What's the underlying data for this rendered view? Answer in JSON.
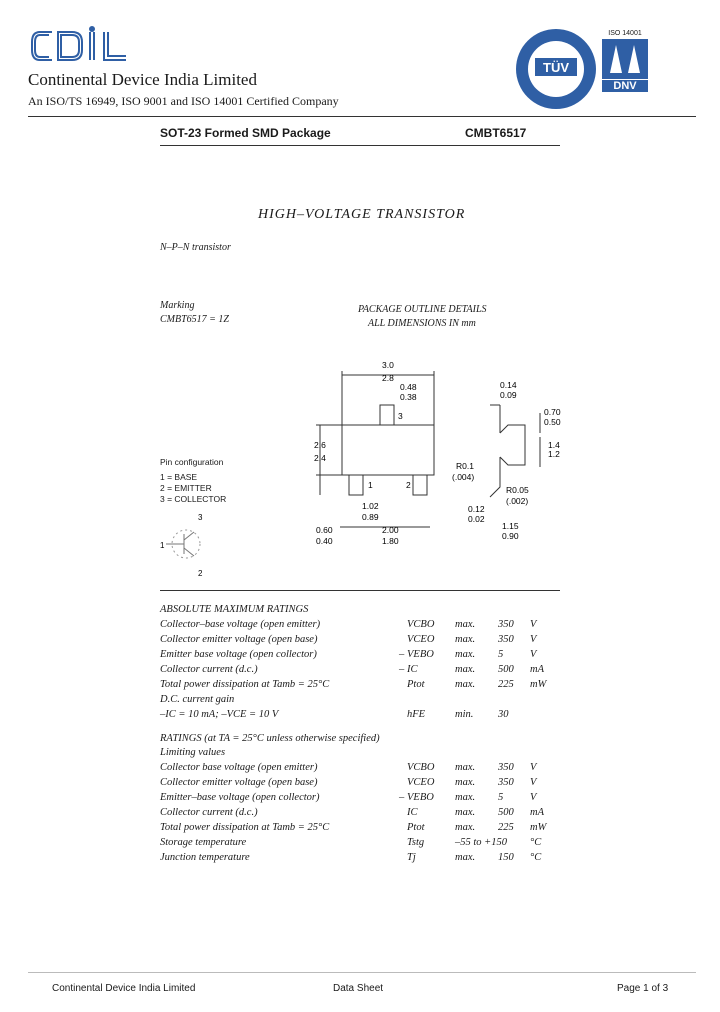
{
  "logo": {
    "text": "CDIL",
    "tuv": "TÜV",
    "dnv": "DNV",
    "iso_badge": "ISO 14001"
  },
  "company": {
    "name": "Continental Device India Limited",
    "cert": "An ISO/TS 16949, ISO 9001 and ISO 14001 Certified Company"
  },
  "header": {
    "package": "SOT-23 Formed SMD Package",
    "part": "CMBT6517"
  },
  "title": "HIGH–VOLTAGE TRANSISTOR",
  "subtitle": "N–P–N transistor",
  "marking": {
    "label": "Marking",
    "value": "CMBT6517 = 1Z"
  },
  "outline": {
    "line1": "PACKAGE OUTLINE DETAILS",
    "line2": "ALL DIMENSIONS IN mm"
  },
  "pins": {
    "title": "Pin configuration",
    "items": [
      "1 = BASE",
      "2 = EMITTER",
      "3 = COLLECTOR"
    ],
    "n1": "1",
    "n2": "2",
    "n3": "3"
  },
  "dims": {
    "top_w1": "3.0",
    "top_w2": "2.8",
    "lead_w1": "0.48",
    "lead_w2": "0.38",
    "h1": "2.6",
    "h2": "2.4",
    "d102": "1.02",
    "d089": "0.89",
    "d060": "0.60",
    "d040": "0.40",
    "d200": "2.00",
    "d180": "1.80",
    "pin1": "1",
    "pin2": "2",
    "pin3": "3",
    "s014": "0.14",
    "s009": "0.09",
    "s070": "0.70",
    "s050": "0.50",
    "s14": "1.4",
    "s12": "1.2",
    "r01": "R0.1",
    "r004": "(.004)",
    "r005": "R0.05",
    "r002": "(.002)",
    "s012": "0.12",
    "s002": "0.02",
    "s115": "1.15",
    "s090": "0.90"
  },
  "abs_max": {
    "title": "ABSOLUTE MAXIMUM RATINGS",
    "rows": [
      {
        "param": "Collector–base voltage (open emitter)",
        "sym": "VCBO",
        "pre": "",
        "cond": "max.",
        "val": "350",
        "unit": "V"
      },
      {
        "param": "Collector emitter voltage (open base)",
        "sym": "VCEO",
        "pre": "",
        "cond": "max.",
        "val": "350",
        "unit": "V"
      },
      {
        "param": "Emitter base voltage (open collector)",
        "sym": "VEBO",
        "pre": "–",
        "cond": "max.",
        "val": "5",
        "unit": "V"
      },
      {
        "param": "Collector current (d.c.)",
        "sym": "IC",
        "pre": "–",
        "cond": "max.",
        "val": "500",
        "unit": "mA"
      },
      {
        "param": "Total power dissipation at Tamb = 25°C",
        "sym": "Ptot",
        "pre": "",
        "cond": "max.",
        "val": "225",
        "unit": "mW"
      },
      {
        "param": "D.C. current gain",
        "sym": "",
        "pre": "",
        "cond": "",
        "val": "",
        "unit": ""
      },
      {
        "param": "–IC = 10 mA; –VCE = 10 V",
        "sym": "hFE",
        "pre": "",
        "cond": "min.",
        "val": "30",
        "unit": ""
      }
    ]
  },
  "ratings": {
    "title": "RATINGS (at TA = 25°C unless otherwise specified)",
    "subtitle": "Limiting values",
    "rows": [
      {
        "param": "Collector base voltage (open emitter)",
        "sym": "VCBO",
        "pre": "",
        "cond": "max.",
        "val": "350",
        "unit": "V"
      },
      {
        "param": "Collector emitter voltage (open base)",
        "sym": "VCEO",
        "pre": "",
        "cond": "max.",
        "val": "350",
        "unit": "V"
      },
      {
        "param": "Emitter–base voltage (open collector)",
        "sym": "VEBO",
        "pre": "–",
        "cond": "max.",
        "val": "5",
        "unit": "V"
      },
      {
        "param": "Collector current (d.c.)",
        "sym": "IC",
        "pre": "",
        "cond": "max.",
        "val": "500",
        "unit": "mA"
      },
      {
        "param": "Total power dissipation at Tamb = 25°C",
        "sym": "Ptot",
        "pre": "",
        "cond": "max.",
        "val": "225",
        "unit": "mW"
      },
      {
        "param": "Storage temperature",
        "sym": "Tstg",
        "pre": "",
        "cond": "–55 to +150",
        "val": "",
        "unit": "°C"
      },
      {
        "param": "Junction temperature",
        "sym": "Tj",
        "pre": "",
        "cond": "max.",
        "val": "150",
        "unit": "°C"
      }
    ]
  },
  "footer": {
    "left": "Continental Device India Limited",
    "center": "Data Sheet",
    "right": "Page 1 of 3"
  }
}
